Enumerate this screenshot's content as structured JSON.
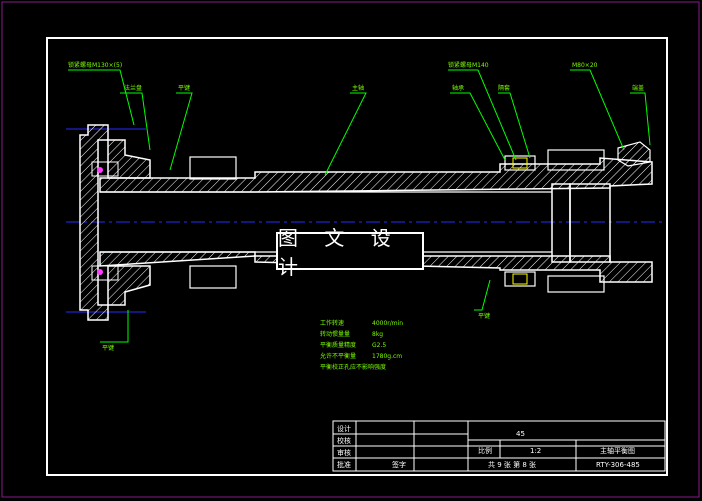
{
  "colors": {
    "background": "#000000",
    "border": "#ffffff",
    "part": "#ffffff",
    "leader": "#00ff00",
    "label_text": "#7CFC00",
    "centerline": "#2a2aff",
    "highlight": "#ff3cff",
    "key": "#ffff00"
  },
  "watermark": "图 文 设 计",
  "callouts": [
    "锁紧螺母M130×(5)",
    "法兰盘",
    "平键",
    "主轴",
    "锁紧螺母M140",
    "轴承",
    "隔套",
    "M80×20",
    "端盖",
    "平键",
    "平键"
  ],
  "tech_requirements": [
    {
      "label": "工作转速",
      "value": "4000r/min"
    },
    {
      "label": "转动惯量量",
      "value": "8kg"
    },
    {
      "label": "平衡质量精度",
      "value": "G2.5"
    },
    {
      "label": "允许不平衡量",
      "value": "1780g.cm"
    },
    {
      "label": "平衡校正孔应不影响强度",
      "value": ""
    }
  ],
  "title_block": {
    "row_labels": [
      "设计",
      "校核",
      "审核",
      "批准"
    ],
    "material": "45",
    "scale_label": "比例",
    "scale_value": "1:2",
    "drawing_title": "主轴平衡图",
    "sheet_info": "共 9 张  第 8 张",
    "drawing_number": "RTY-306-485",
    "extra_label": "签字"
  }
}
